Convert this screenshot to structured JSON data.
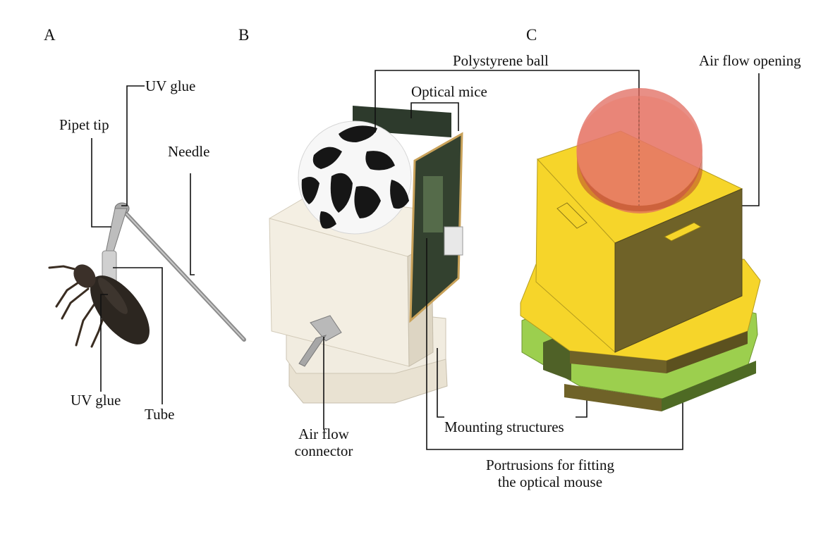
{
  "panels": {
    "a": "A",
    "b": "B",
    "c": "C"
  },
  "labels": {
    "uv_glue_top": "UV glue",
    "pipet_tip": "Pipet tip",
    "needle": "Needle",
    "uv_glue_bottom": "UV glue",
    "tube": "Tube",
    "polystyrene_ball": "Polystyrene ball",
    "optical_mice": "Optical mice",
    "air_flow_opening": "Air flow opening",
    "air_flow_connector_line1": "Air flow",
    "air_flow_connector_line2": "connector",
    "mounting_structures": "Mounting structures",
    "protrusions_line1": "Portrusions for fitting",
    "protrusions_line2": "the optical mouse"
  },
  "colors": {
    "housing_yellow": "#f6d52a",
    "housing_dark": "#6f6228",
    "ball_red": "#e06a5e",
    "green_plate": "#9ccf4e",
    "printed_white": "#f1ece0"
  }
}
